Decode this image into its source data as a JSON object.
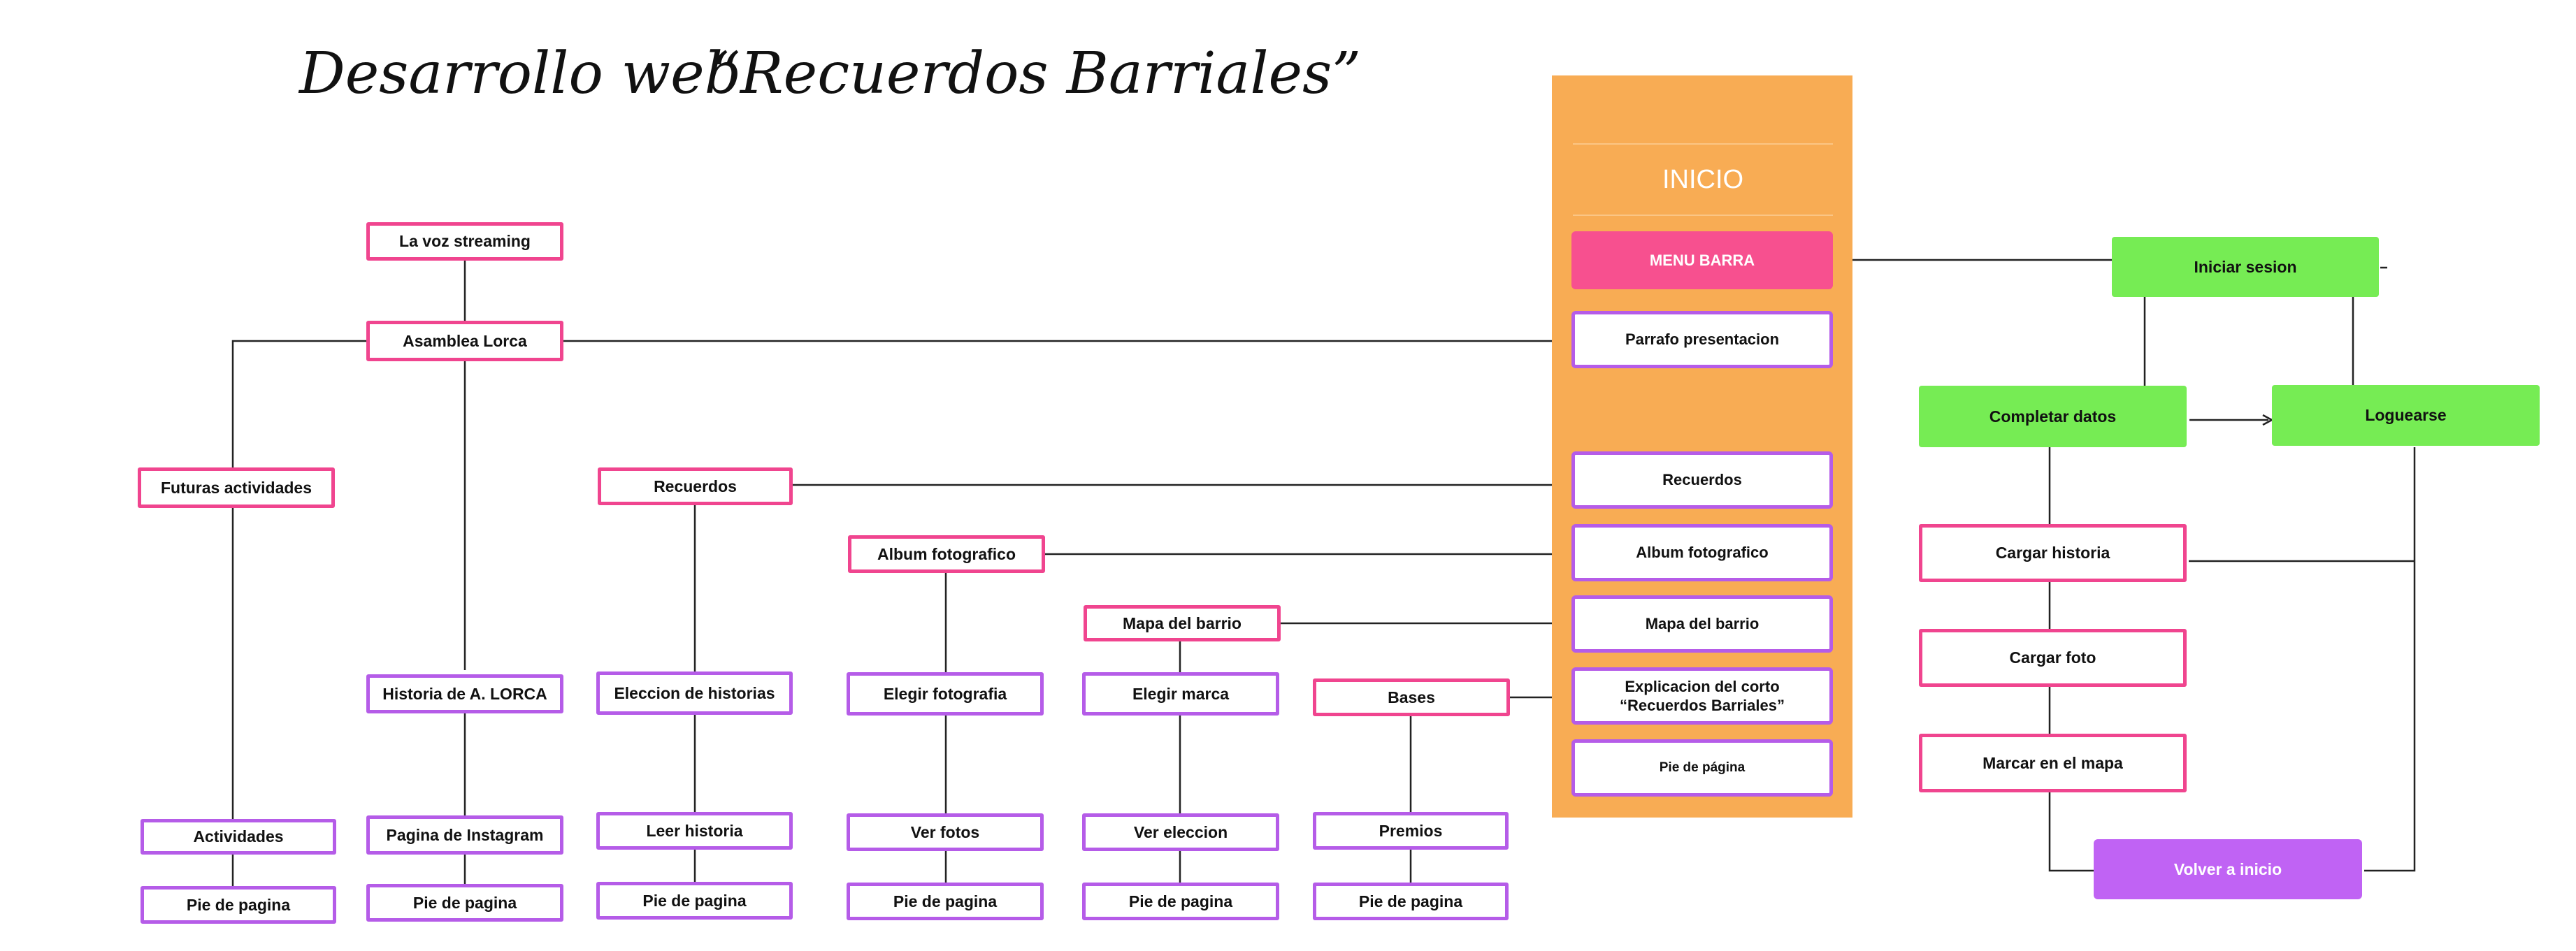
{
  "title": {
    "left": "Desarrollo web",
    "right": "“Recuerdos Barriales”"
  },
  "inicio": {
    "header": "INICIO",
    "menu_bar": "MENU BARRA",
    "items": {
      "parrafo": "Parrafo presentacion",
      "recuerdos": "Recuerdos",
      "album": "Album fotografico",
      "mapa": "Mapa del barrio",
      "explicacion_line1": "Explicacion del corto",
      "explicacion_line2": "“Recuerdos Barriales”",
      "pie": "Pie de página"
    }
  },
  "branches": {
    "la_voz": "La voz streaming",
    "asamblea": "Asamblea Lorca",
    "futuras": "Futuras actividades",
    "actividades": "Actividades",
    "historia_lorca": "Historia de A. LORCA",
    "instagram": "Pagina de Instagram",
    "recuerdos": "Recuerdos",
    "eleccion_historias": "Eleccion de historias",
    "leer_historia": "Leer historia",
    "album": "Album fotografico",
    "elegir_fotografia": "Elegir fotografia",
    "ver_fotos": "Ver fotos",
    "mapa": "Mapa del barrio",
    "elegir_marca": "Elegir marca",
    "ver_eleccion": "Ver eleccion",
    "bases": "Bases",
    "premios": "Premios",
    "pie": "Pie de pagina"
  },
  "session": {
    "iniciar": "Iniciar sesion",
    "completar": "Completar datos",
    "loguearse": "Loguearse",
    "cargar_historia": "Cargar historia",
    "cargar_foto": "Cargar foto",
    "marcar_mapa": "Marcar en el mapa",
    "volver": "Volver a inicio"
  },
  "colors": {
    "pink_border": "#f0458f",
    "purple_border": "#b55ce8",
    "green_fill": "#76ec54",
    "orange_panel": "#f8ac54",
    "menu_bar_fill": "#f7508f",
    "volver_fill": "#c063f4"
  }
}
